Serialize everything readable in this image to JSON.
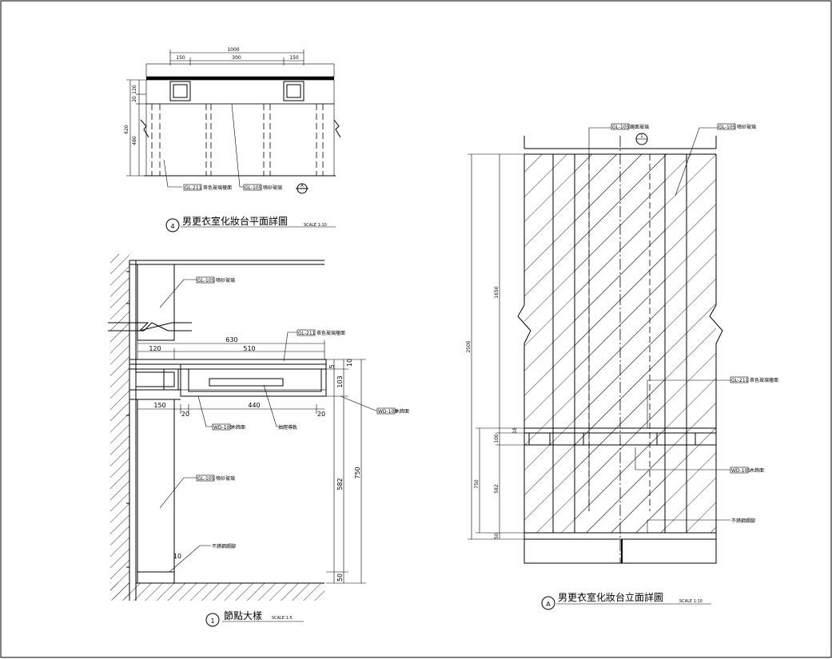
{
  "plan": {
    "title": "男更衣室化妝台平面詳圖",
    "number": "4",
    "scale": "SCALE 1:10",
    "dims_top": [
      "1000",
      "150",
      "300",
      "150"
    ],
    "dims_left": [
      "120",
      "20",
      "480",
      "620"
    ],
    "labels": [
      {
        "tag": "GL-211",
        "text": "茶色玻璃檯面"
      },
      {
        "tag": "GL-105",
        "text": "噴砂玻璃"
      }
    ],
    "section_mark": "A"
  },
  "node": {
    "title": "節點大樣",
    "number": "1",
    "scale": "SCALE 1:5",
    "dims": [
      "630",
      "120",
      "510",
      "150",
      "20",
      "440",
      "20",
      "5",
      "10",
      "103",
      "582",
      "750",
      "50",
      "10"
    ],
    "labels": [
      {
        "tag": "GL-105",
        "text": "噴砂玻璃"
      },
      {
        "tag": "GL-211",
        "text": "茶色玻璃檯面"
      },
      {
        "tag": "WD-105",
        "text": "木飾面"
      },
      {
        "tag": "WD-105",
        "text": "木飾面"
      },
      {
        "tag": "",
        "text": "抽屜導軌"
      },
      {
        "tag": "GL-105",
        "text": "噴砂玻璃"
      },
      {
        "tag": "",
        "text": "不銹鋼踢腳"
      }
    ]
  },
  "elevation": {
    "title": "男更衣室化妝台立面詳圖",
    "number": "A",
    "scale": "SCALE 1:10",
    "dims": [
      "2500",
      "1650",
      "100",
      "18",
      "750",
      "582",
      "50"
    ],
    "labels": [
      {
        "tag": "GL-105",
        "text": "鏡面玻璃"
      },
      {
        "tag": "GL-105",
        "text": "噴砂玻璃"
      },
      {
        "tag": "GL-211",
        "text": "茶色玻璃檯面"
      },
      {
        "tag": "WD-105",
        "text": "木飾面"
      },
      {
        "tag": "",
        "text": "不銹鋼踢腳"
      }
    ],
    "mark": "1"
  }
}
